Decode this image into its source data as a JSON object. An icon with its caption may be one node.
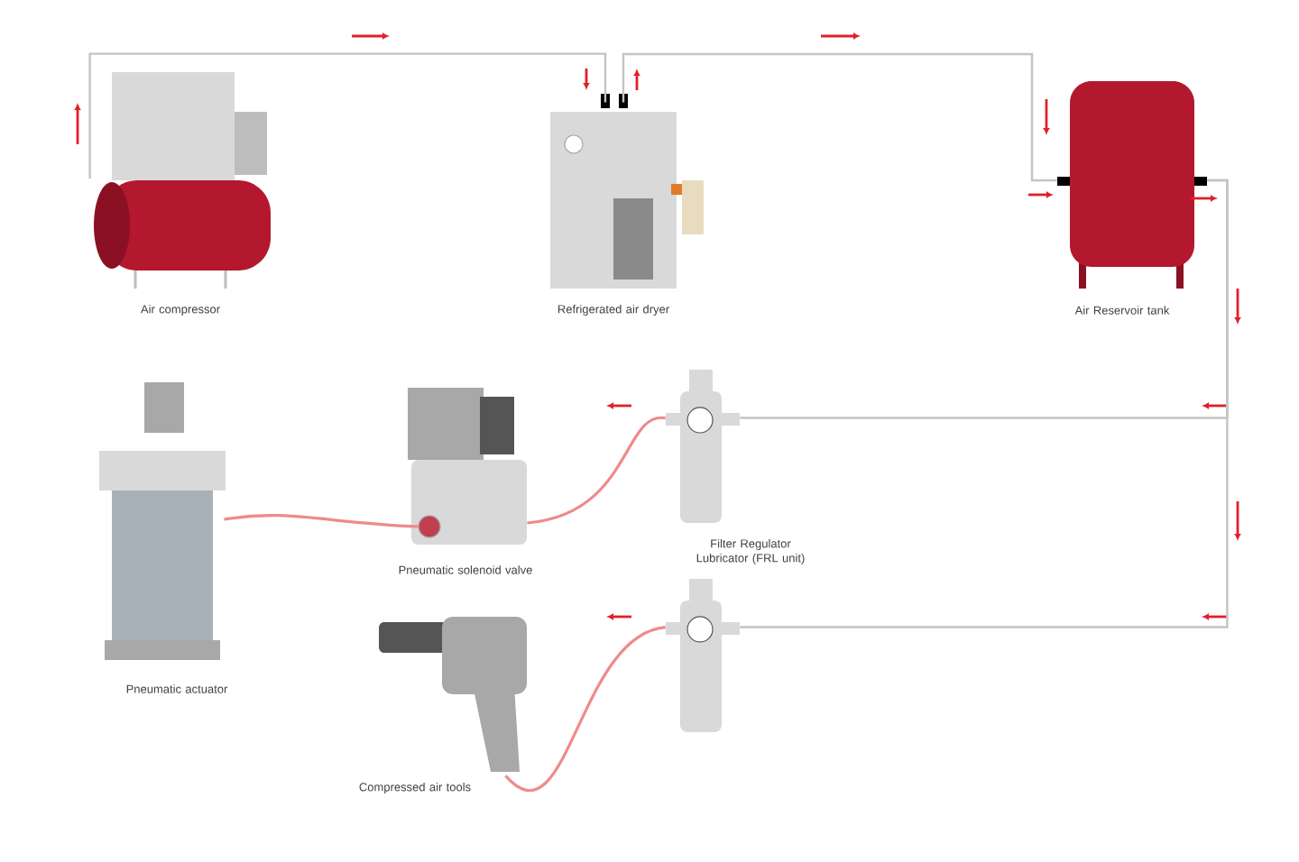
{
  "diagram": {
    "nodes": [
      {
        "text": [],
        "shape": "picture",
        "beside": [
          "Air compressor"
        ]
      },
      {
        "text": [],
        "shape": "picture",
        "beside": [
          "Refrigerated air dryer"
        ]
      },
      {
        "text": [],
        "shape": "picture",
        "beside": [
          "Air Reservoir tank"
        ]
      },
      {
        "text": [],
        "shape": "picture",
        "beside": [
          "Filter Regulator Lubricator (FRL unit)"
        ]
      },
      {
        "text": [],
        "shape": "picture",
        "beside": [
          "Pneumatic solenoid valve"
        ]
      },
      {
        "text": [],
        "shape": "picture",
        "beside": [
          "Pneumatic actuator"
        ]
      },
      {
        "text": [],
        "shape": "picture"
      },
      {
        "text": [],
        "shape": "picture",
        "beside": [
          "Compressed air tools"
        ]
      }
    ],
    "edges": [
      {
        "from": 0,
        "to": 1,
        "arrow": "none"
      },
      {
        "from": 1,
        "to": 2,
        "arrow": "none"
      },
      {
        "from": 2,
        "to": 3,
        "arrow": "none"
      },
      {
        "from": 2,
        "to": 6,
        "arrow": "none"
      },
      {
        "from": 3,
        "to": 4,
        "arrow": "none",
        "color": "#f08a8a"
      },
      {
        "from": 4,
        "to": 5,
        "arrow": "none",
        "color": "#f08a8a"
      },
      {
        "from": 6,
        "to": 7,
        "arrow": "none",
        "color": "#f08a8a"
      }
    ]
  }
}
